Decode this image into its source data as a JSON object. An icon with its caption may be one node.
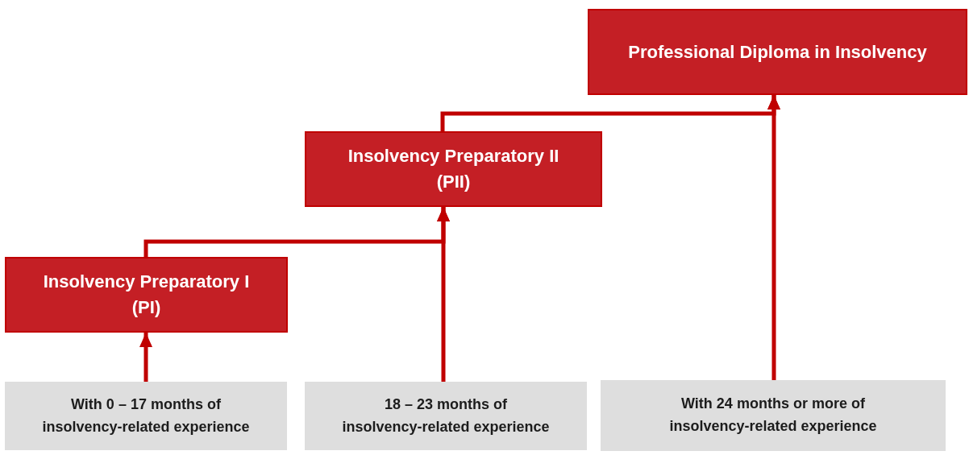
{
  "diagram": {
    "nodes": [
      {
        "text": [
          "Professional Diploma in Insolvency"
        ]
      },
      {
        "text": [
          "Insolvency Preparatory II (PII)"
        ]
      },
      {
        "text": [
          "Insolvency Preparatory I (PI)"
        ]
      },
      {
        "text": [
          "With 0 – 17 months of insolvency-related experience"
        ]
      },
      {
        "text": [
          "18 – 23 months of insolvency-related experience"
        ]
      },
      {
        "text": [
          "With 24 months or more of insolvency-related experience"
        ]
      }
    ],
    "edges": [
      {
        "from": 3,
        "to": 2,
        "arrow": "to"
      },
      {
        "from": 2,
        "to": 1,
        "arrow": "to"
      },
      {
        "from": 4,
        "to": 1,
        "arrow": "to"
      },
      {
        "from": 1,
        "to": 0,
        "arrow": "to"
      },
      {
        "from": 5,
        "to": 0,
        "arrow": "to"
      }
    ]
  }
}
